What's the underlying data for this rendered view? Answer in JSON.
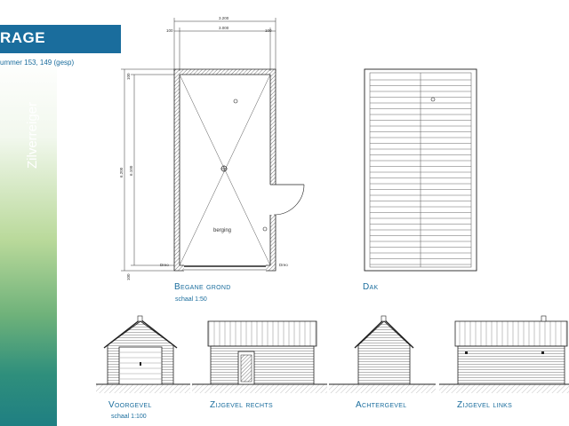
{
  "header": {
    "title": "RAGE",
    "subtitle": "ummer 153, 149 (gesp)",
    "vertical_title": "Zilverreiger"
  },
  "plans": {
    "ground_floor": {
      "title": "Begane grond",
      "scale": "schaal 1:50",
      "room_label": "berging",
      "dims": {
        "overall_width": "3.200",
        "inner_width": "3.000",
        "wall_left": "100",
        "wall_right": "100",
        "overall_length": "6.200",
        "inner_length": "6.100",
        "top_wall": "100",
        "bottom_wall": "100"
      },
      "side_label": "Dreo",
      "side_label_right": "Dreo"
    },
    "roof": {
      "title": "Dak"
    }
  },
  "elevations": {
    "front": {
      "title": "Voorgevel",
      "scale": "schaal 1:100"
    },
    "side_right": {
      "title": "Zijgevel rechts"
    },
    "back": {
      "title": "Achtergevel"
    },
    "side_left": {
      "title": "Zijgevel links"
    }
  },
  "colors": {
    "banner": "#1a6d9d",
    "accent_text": "#1a6d9d",
    "gradient_top": "#ffffff",
    "gradient_bottom": "#1f7f82"
  }
}
